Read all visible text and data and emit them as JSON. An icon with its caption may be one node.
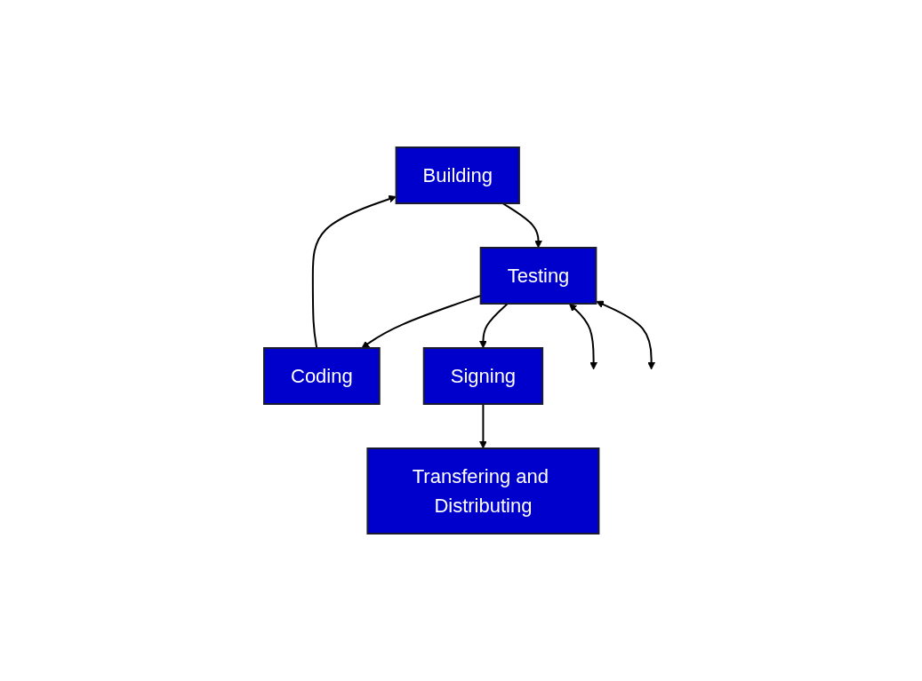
{
  "diagram": {
    "nodes": [
      {
        "text": [
          "Building"
        ]
      },
      {
        "text": [
          "Coding"
        ]
      },
      {
        "text": [
          "Testing"
        ]
      },
      {
        "text": [
          "Signing"
        ]
      },
      {
        "text": [
          "Transfering and Distributing"
        ]
      }
    ],
    "edges": [
      {
        "from": 1,
        "to": 0,
        "arrow": "to"
      },
      {
        "from": 0,
        "to": 2,
        "arrow": "to"
      },
      {
        "from": 2,
        "to": 1,
        "arrow": "to"
      },
      {
        "from": 2,
        "to": null,
        "arrow": "both"
      },
      {
        "from": 2,
        "to": null,
        "arrow": "both"
      },
      {
        "from": 2,
        "to": 3,
        "arrow": "to"
      },
      {
        "from": 3,
        "to": 4,
        "arrow": "to"
      }
    ]
  }
}
